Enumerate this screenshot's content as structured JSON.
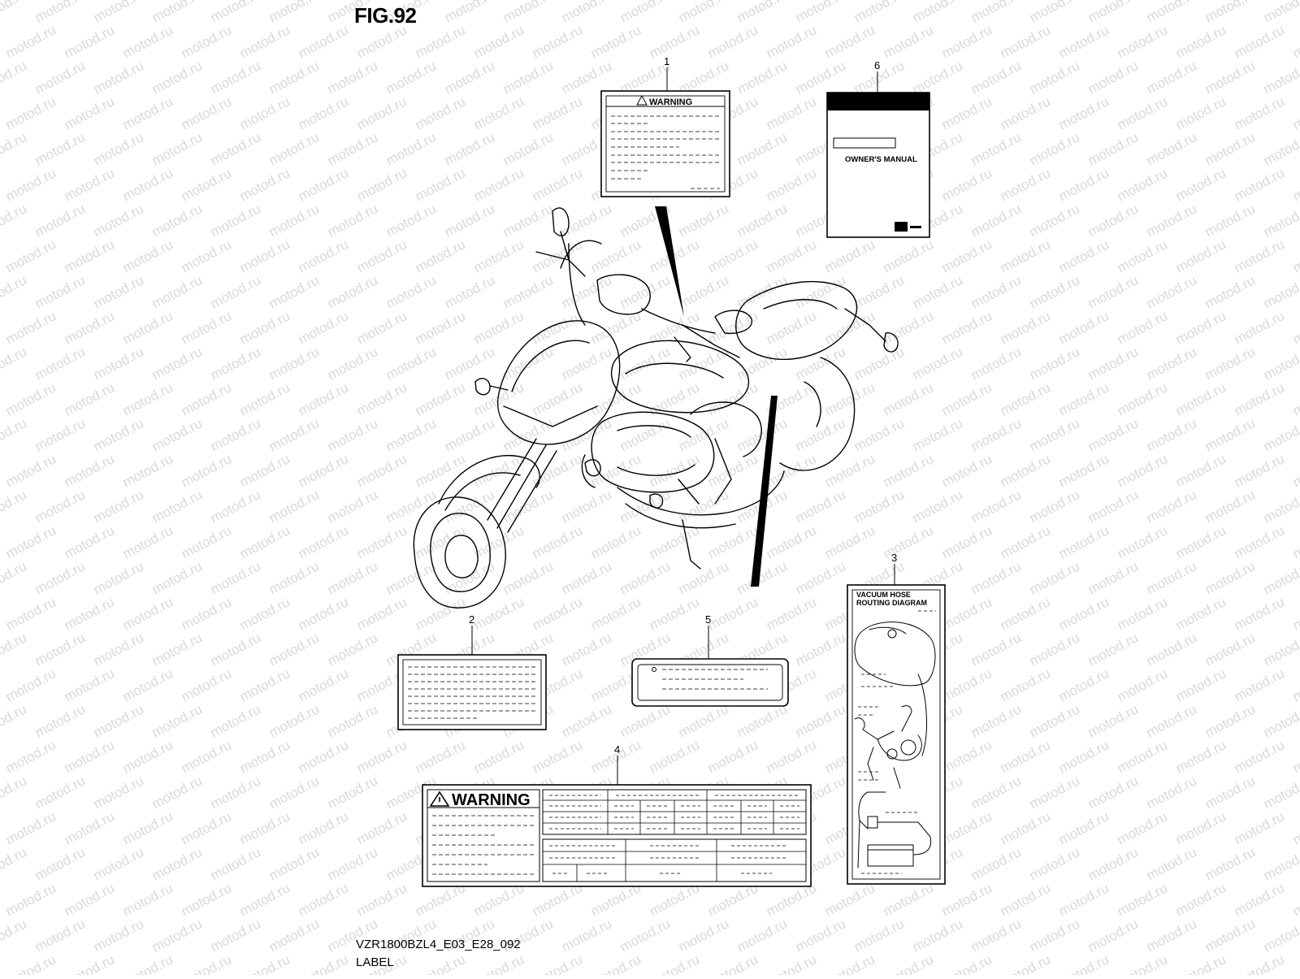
{
  "figure": {
    "title": "FIG.92",
    "code": "VZR1800BZL4_E03_E28_092",
    "name": "LABEL"
  },
  "watermark": {
    "text": "motod.ru",
    "color": "#d9d9d9"
  },
  "callouts": [
    "1",
    "2",
    "3",
    "4",
    "5",
    "6"
  ],
  "labels": {
    "warning_small": "WARNING",
    "warning_large": "WARNING",
    "owners_manual": "OWNER'S MANUAL",
    "vacuum_line1": "VACUUM HOSE",
    "vacuum_line2": "ROUTING DIAGRAM"
  },
  "colors": {
    "ink": "#000000",
    "paper": "#ffffff"
  }
}
